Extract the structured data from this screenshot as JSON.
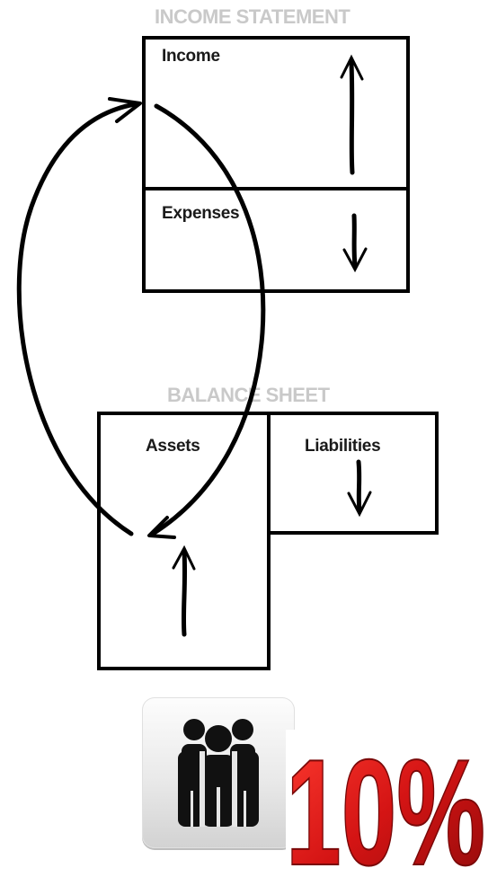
{
  "income_statement": {
    "heading": "INCOME STATEMENT",
    "income_label": "Income",
    "expenses_label": "Expenses",
    "income_trend": "up",
    "expenses_trend": "down"
  },
  "balance_sheet": {
    "heading": "BALANCE SHEET",
    "assets_label": "Assets",
    "liabilities_label": "Liabilities",
    "assets_trend": "up",
    "liabilities_trend": "down"
  },
  "badge": {
    "people_icon": "group-of-people-icon",
    "percent_text": "10%",
    "percent_color": "#d41414"
  }
}
